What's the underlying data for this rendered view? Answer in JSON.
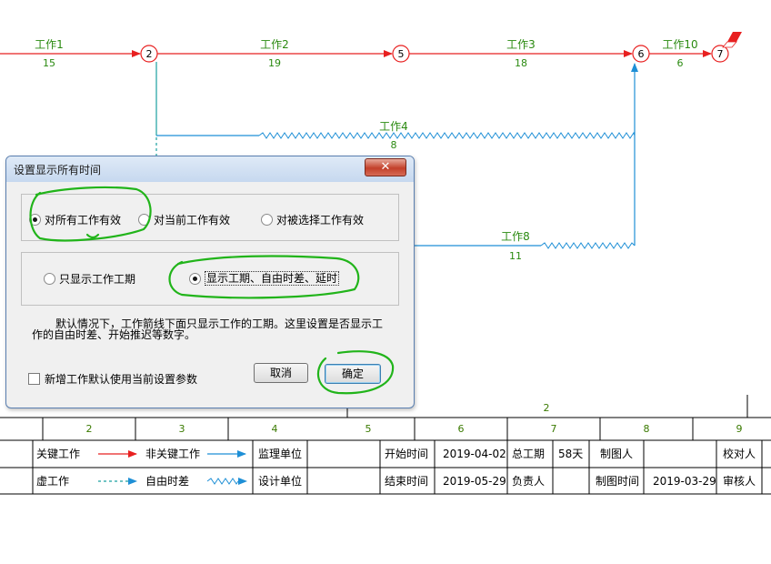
{
  "network": {
    "nodes": [
      "2",
      "5",
      "6",
      "7"
    ],
    "works": [
      {
        "name": "工作1",
        "duration": "15"
      },
      {
        "name": "工作2",
        "duration": "19"
      },
      {
        "name": "工作3",
        "duration": "18"
      },
      {
        "name": "工作10",
        "duration": "6"
      },
      {
        "name": "工作4",
        "duration": "8"
      },
      {
        "name": "工作8",
        "duration": "11"
      }
    ],
    "colors": {
      "critical": "#e82020",
      "noncritical": "#1e8fd6",
      "label": "#2a8a10",
      "dummy": "#1aa0a0"
    }
  },
  "scale": {
    "upper": [
      "2"
    ],
    "lower": [
      "2",
      "3",
      "4",
      "5",
      "6",
      "7",
      "8",
      "9"
    ]
  },
  "info_table": {
    "legend": {
      "critical": "关键工作",
      "noncritical": "非关键工作",
      "dummy": "虚工作",
      "free_float": "自由时差"
    },
    "supervisor_label": "监理单位",
    "designer_label": "设计单位",
    "start_label": "开始时间",
    "start_value": "2019-04-02",
    "end_label": "结束时间",
    "end_value": "2019-05-29",
    "total_label": "总工期",
    "total_value": "58天",
    "manager_label": "负责人",
    "drafter_label": "制图人",
    "draw_time_label": "制图时间",
    "draw_time_value": "2019-03-29",
    "checker_label": "校对人",
    "reviewer_label": "审核人"
  },
  "dialog": {
    "title": "设置显示所有时间",
    "close_glyph": "✕",
    "scope_options": [
      "对所有工作有效",
      "对当前工作有效",
      "对被选择工作有效"
    ],
    "scope_selected": 0,
    "display_options": [
      "只显示工作工期",
      "显示工期、自由时差、延时"
    ],
    "display_selected": 1,
    "description_line1": "默认情况下，工作箭线下面只显示工作的工期。这里设置是否显示工",
    "description_line2": "作的自由时差、开始推迟等数字。",
    "default_checkbox": "新增工作默认使用当前设置参数",
    "cancel_button": "取消",
    "ok_button": "确定"
  }
}
